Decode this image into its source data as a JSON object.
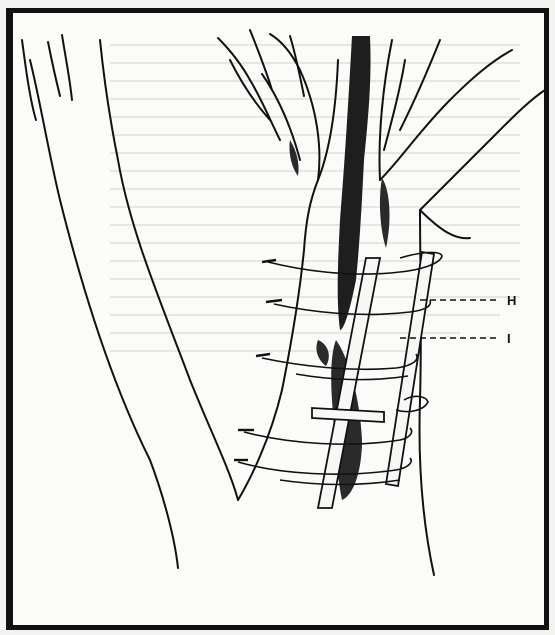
{
  "figure": {
    "callouts": [
      {
        "label": "H"
      },
      {
        "label": "I"
      }
    ],
    "colors": {
      "ink": "#111111",
      "paper": "#fbfbf9",
      "bark_shade": "#2a2a2a"
    },
    "icons": [
      "tree-trunk-drawing",
      "splint-stake",
      "wire-binding"
    ]
  }
}
